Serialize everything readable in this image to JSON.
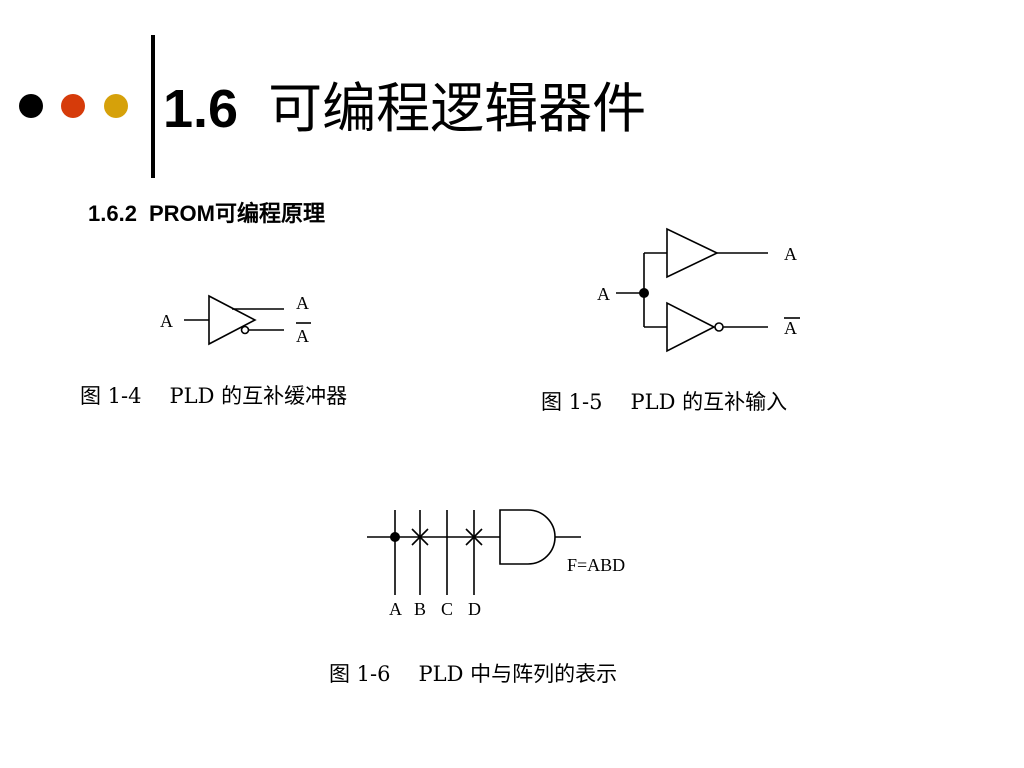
{
  "slide": {
    "bullets": [
      {
        "icon": "dot-black-icon",
        "color": "#000000"
      },
      {
        "icon": "dot-red-icon",
        "color": "#d63b0a"
      },
      {
        "icon": "dot-gold-icon",
        "color": "#d6a10a"
      }
    ],
    "title_number": "1.6",
    "title_text": "可编程逻辑器件",
    "subtitle_section": "1.6.2",
    "subtitle_text": "PROM可编程原理"
  },
  "figures": {
    "fig4": {
      "labels": {
        "input": "A",
        "out_a": "A",
        "out_abar": "A"
      },
      "caption_id": "图 1-4",
      "caption_text": "PLD 的互补缓冲器"
    },
    "fig5": {
      "labels": {
        "input": "A",
        "out_a": "A",
        "out_abar": "A"
      },
      "caption_id": "图 1-5",
      "caption_text": "PLD 的互补输入"
    },
    "fig6": {
      "labels": {
        "a": "A",
        "b": "B",
        "c": "C",
        "d": "D",
        "output": "F=ABD"
      },
      "caption_id": "图 1-6",
      "caption_text": "PLD 中与阵列的表示"
    }
  }
}
